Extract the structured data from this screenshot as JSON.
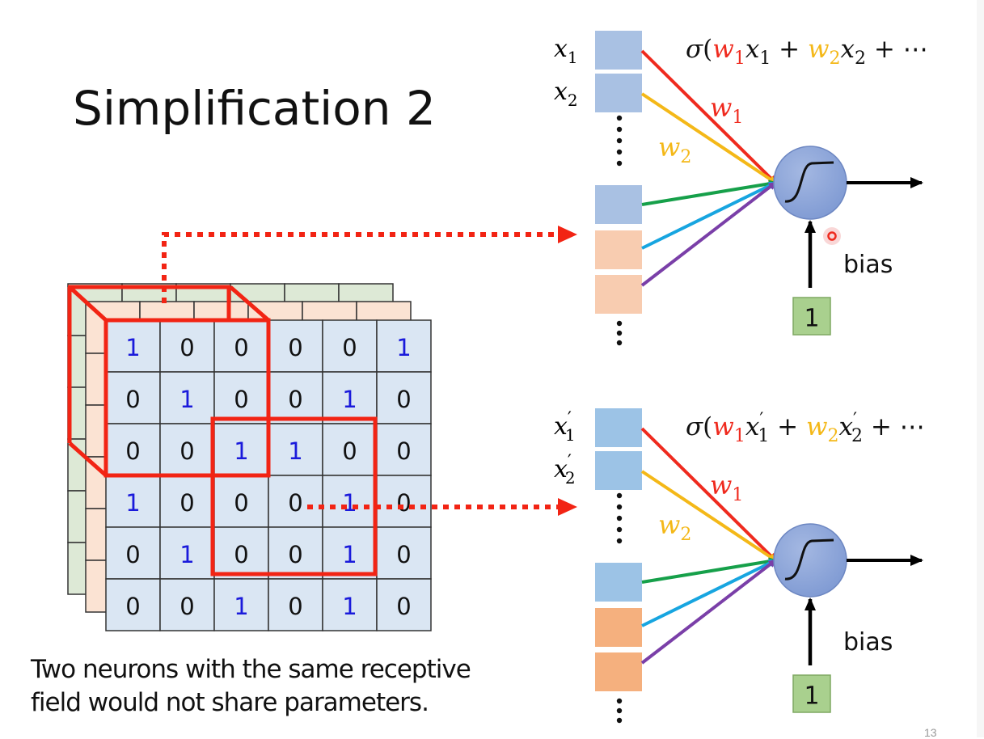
{
  "slide": {
    "title": "Simplification 2",
    "caption_line1": "Two neurons with the same receptive",
    "caption_line2": "field would not share parameters.",
    "page_number": "13"
  },
  "colors": {
    "grid_fill_front": "#dae6f3",
    "grid_fill_mid": "#fbe3d3",
    "grid_fill_back": "#dde9d6",
    "one_color": "#1a1adb",
    "zero_color": "#111111",
    "highlight_red": "#f22414",
    "w1_color": "#ef2a1e",
    "w2_color": "#f4b818",
    "green_edge": "#16a04a",
    "cyan_edge": "#17a5e0",
    "purple_edge": "#7a3fa8",
    "input_blue_top": "#a9c1e3",
    "input_blue_bottom": "#9cc3e6",
    "input_orange_top": "#f8ccb0",
    "input_orange_bottom": "#f5b07e",
    "neuron_fill": "#8fa8da",
    "bias_box": "#a9d08e"
  },
  "grid": {
    "rows": [
      [
        1,
        0,
        0,
        0,
        0,
        1
      ],
      [
        0,
        1,
        0,
        0,
        1,
        0
      ],
      [
        0,
        0,
        1,
        1,
        0,
        0
      ],
      [
        1,
        0,
        0,
        0,
        1,
        0
      ],
      [
        0,
        1,
        0,
        0,
        1,
        0
      ],
      [
        0,
        0,
        1,
        0,
        1,
        0
      ]
    ]
  },
  "neurons": [
    {
      "id": "top",
      "input_labels": [
        "x1",
        "x2"
      ],
      "formula": {
        "sigma": "σ(",
        "w1": "w",
        "w1_sub": "1",
        "x1": "x",
        "x1_sub": "1",
        "x1_prime": "",
        "plus1": " + ",
        "w2": "w",
        "w2_sub": "2",
        "x2": "x",
        "x2_sub": "2",
        "x2_prime": "",
        "tail": " + ⋯"
      },
      "weight_labels": {
        "w1": "w",
        "w1_sub": "1",
        "w2": "w",
        "w2_sub": "2"
      },
      "bias_label": "bias",
      "bias_input": "1",
      "activation_icon": "sigmoid-icon"
    },
    {
      "id": "bottom",
      "input_labels": [
        "x′1",
        "x′2"
      ],
      "formula": {
        "sigma": "σ(",
        "w1": "w",
        "w1_sub": "1",
        "x1": "x",
        "x1_sub": "1",
        "x1_prime": "′",
        "plus1": " + ",
        "w2": "w",
        "w2_sub": "2",
        "x2": "x",
        "x2_sub": "2",
        "x2_prime": "′",
        "tail": " + ⋯"
      },
      "weight_labels": {
        "w1": "w",
        "w1_sub": "1",
        "w2": "w",
        "w2_sub": "2"
      },
      "bias_label": "bias",
      "bias_input": "1",
      "activation_icon": "sigmoid-icon"
    }
  ],
  "ellipsis": "⋮"
}
